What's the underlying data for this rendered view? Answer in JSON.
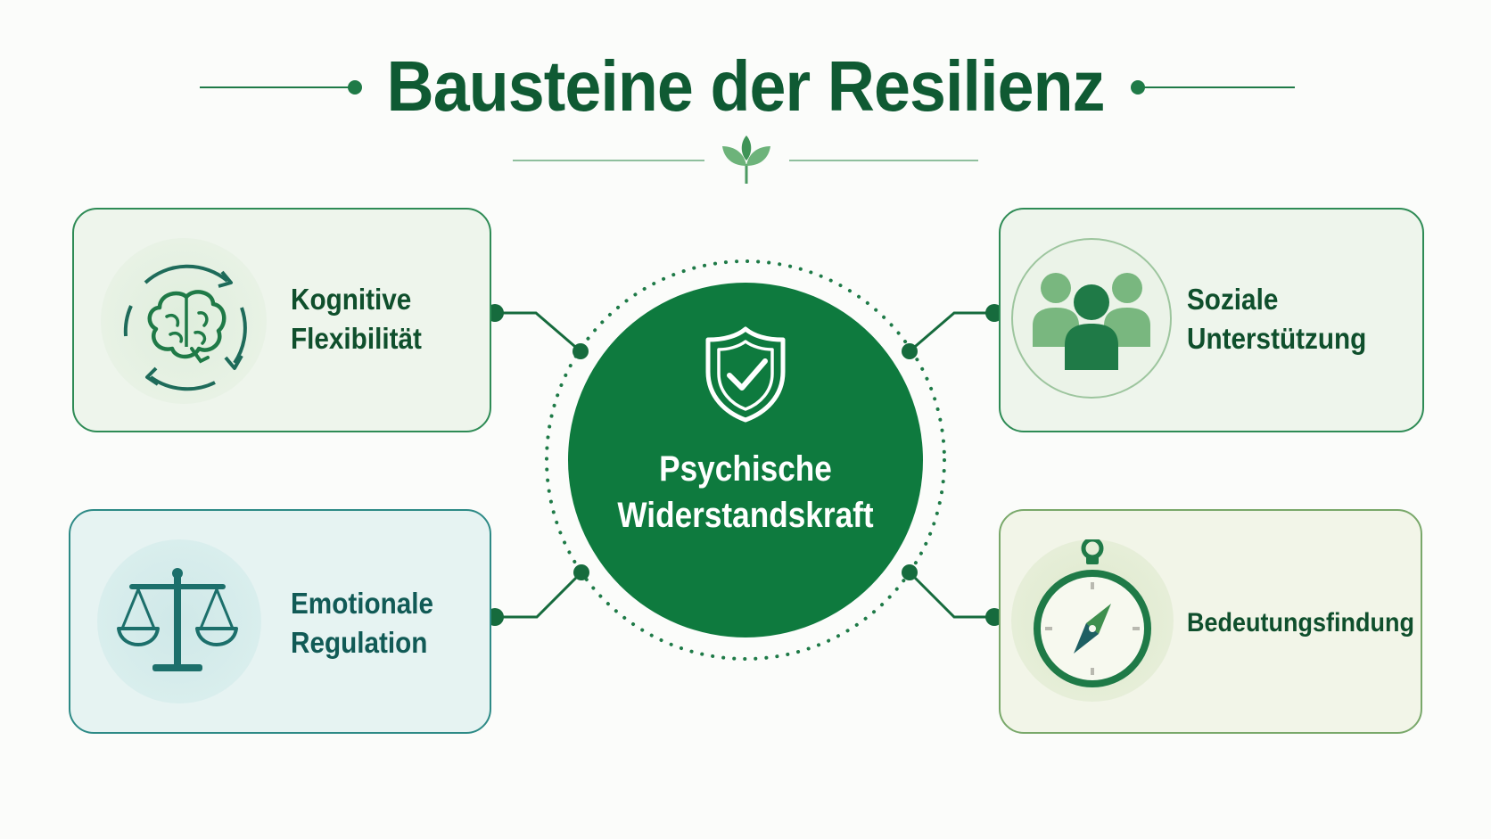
{
  "title": "Bausteine der Resilienz",
  "center": {
    "line1": "Psychische",
    "line2": "Widerstandskraft",
    "icon": "shield-check-icon"
  },
  "cards": [
    {
      "id": "kognitive",
      "line1": "Kognitive",
      "line2": "Flexibilität",
      "icon": "brain-cycle-icon"
    },
    {
      "id": "soziale",
      "line1": "Soziale",
      "line2": "Unterstützung",
      "icon": "people-group-icon"
    },
    {
      "id": "emotionale",
      "line1": "Emotionale",
      "line2": "Regulation",
      "icon": "balance-scale-icon"
    },
    {
      "id": "bedeutung",
      "line1": "Bedeutungsfindung",
      "line2": "",
      "icon": "compass-icon"
    }
  ],
  "colors": {
    "primary": "#0e7a3e",
    "title": "#0f5a33",
    "card_green_bg": "#eef5ec",
    "card_teal_bg": "#e6f3f2",
    "card_olive_bg": "#f2f5e8"
  }
}
